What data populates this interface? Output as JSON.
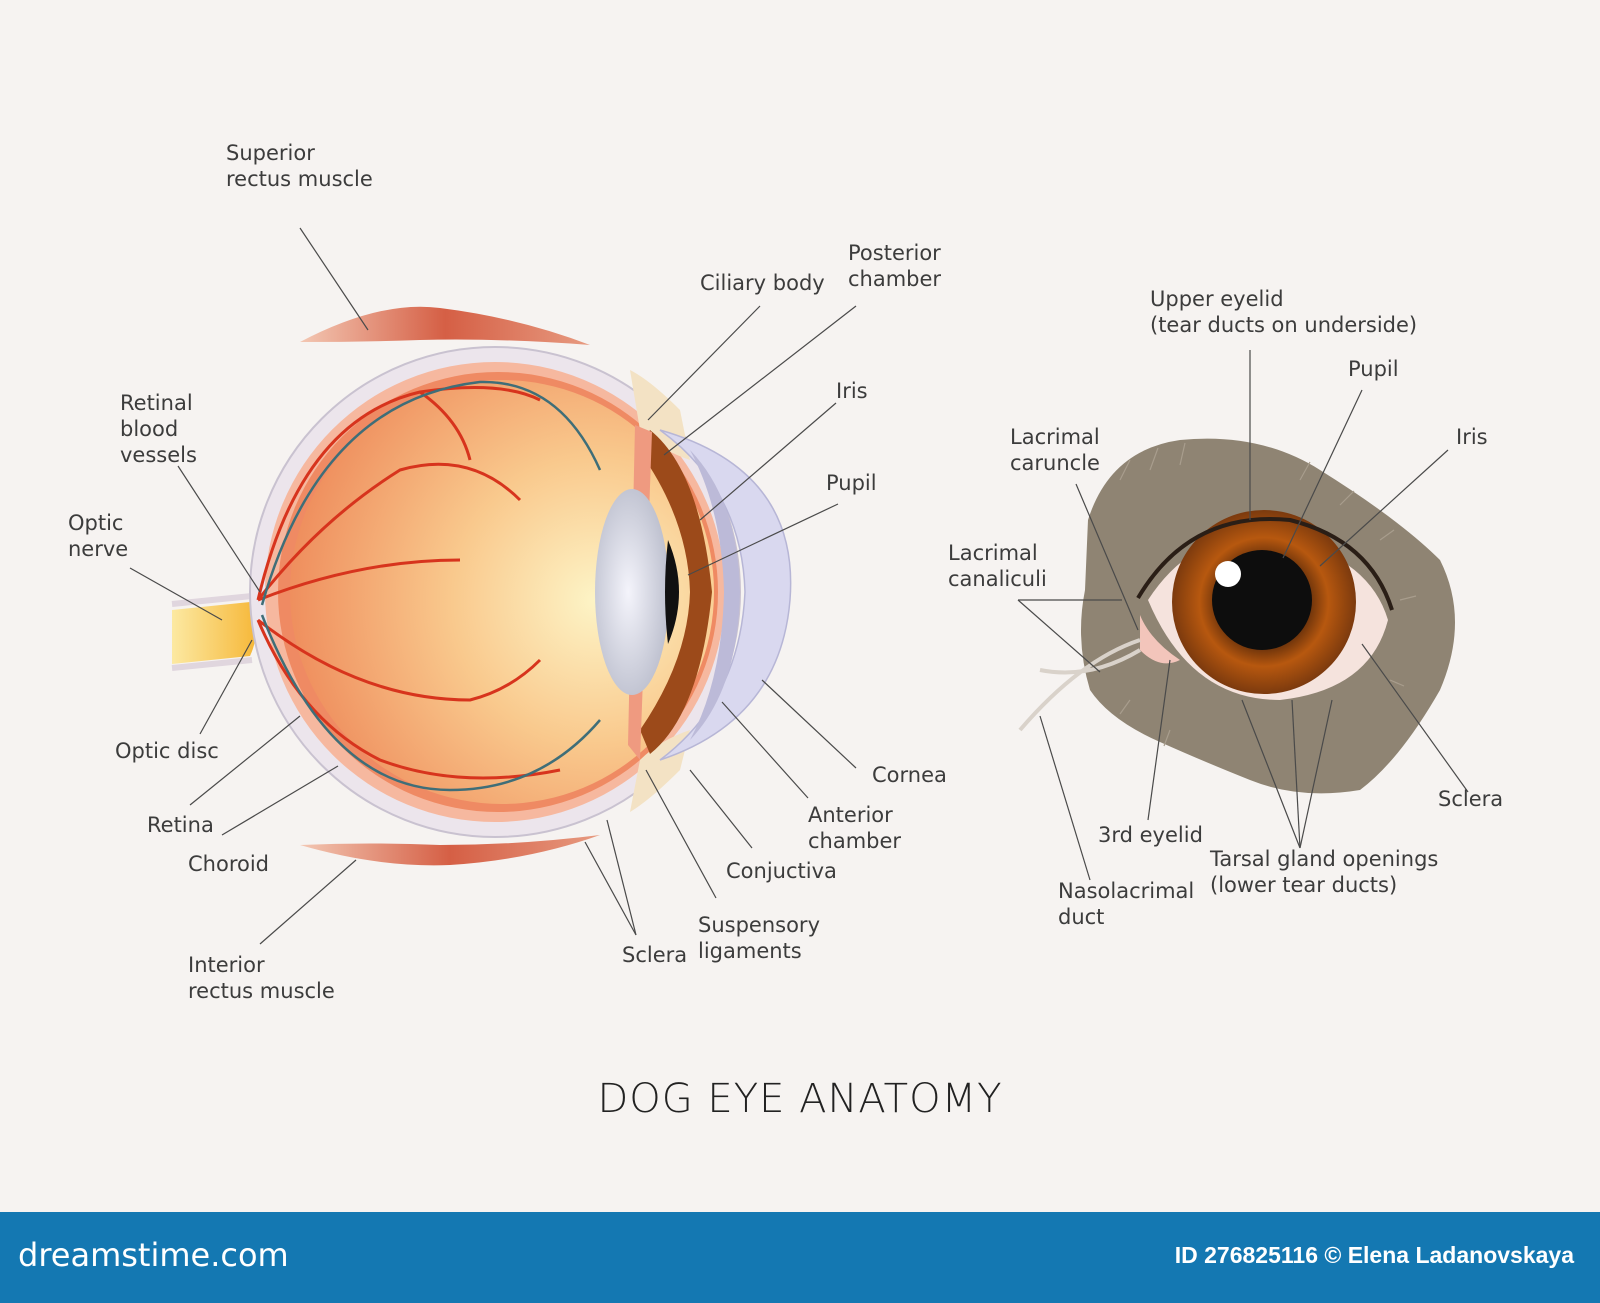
{
  "title": "DOG EYE ANATOMY",
  "cross_section": {
    "labels": {
      "superior_rectus": [
        "Superior",
        "rectus muscle"
      ],
      "retinal_vessels": [
        "Retinal",
        "blood",
        "vessels"
      ],
      "optic_nerve": [
        "Optic",
        "nerve"
      ],
      "optic_disc": "Optic disc",
      "retina": "Retina",
      "choroid": "Choroid",
      "interior_rectus": [
        "Interior",
        "rectus muscle"
      ],
      "ciliary_body": "Ciliary body",
      "posterior_chamber": [
        "Posterior",
        "chamber"
      ],
      "iris": "Iris",
      "pupil": "Pupil",
      "cornea": "Cornea",
      "anterior_chamber": [
        "Anterior",
        "chamber"
      ],
      "conjunctiva": "Conjuctiva",
      "suspensory_ligaments": [
        "Suspensory",
        "ligaments"
      ],
      "sclera": "Sclera"
    }
  },
  "external_eye": {
    "labels": {
      "upper_eyelid": [
        "Upper eyelid",
        "(tear ducts on underside)"
      ],
      "pupil": "Pupil",
      "iris": "Iris",
      "lacrimal_caruncle": [
        "Lacrimal",
        "caruncle"
      ],
      "lacrimal_canaliculi": [
        "Lacrimal",
        "canaliculi"
      ],
      "sclera": "Sclera",
      "third_eyelid": "3rd eyelid",
      "tarsal_gland": [
        "Tarsal gland openings",
        "(lower tear ducts)"
      ],
      "nasolacrimal": [
        "Nasolacrimal",
        "duct"
      ]
    }
  },
  "footer": {
    "brand": "dreamstime.com",
    "credit": "ID 276825116 © Elena Ladanovskaya"
  }
}
